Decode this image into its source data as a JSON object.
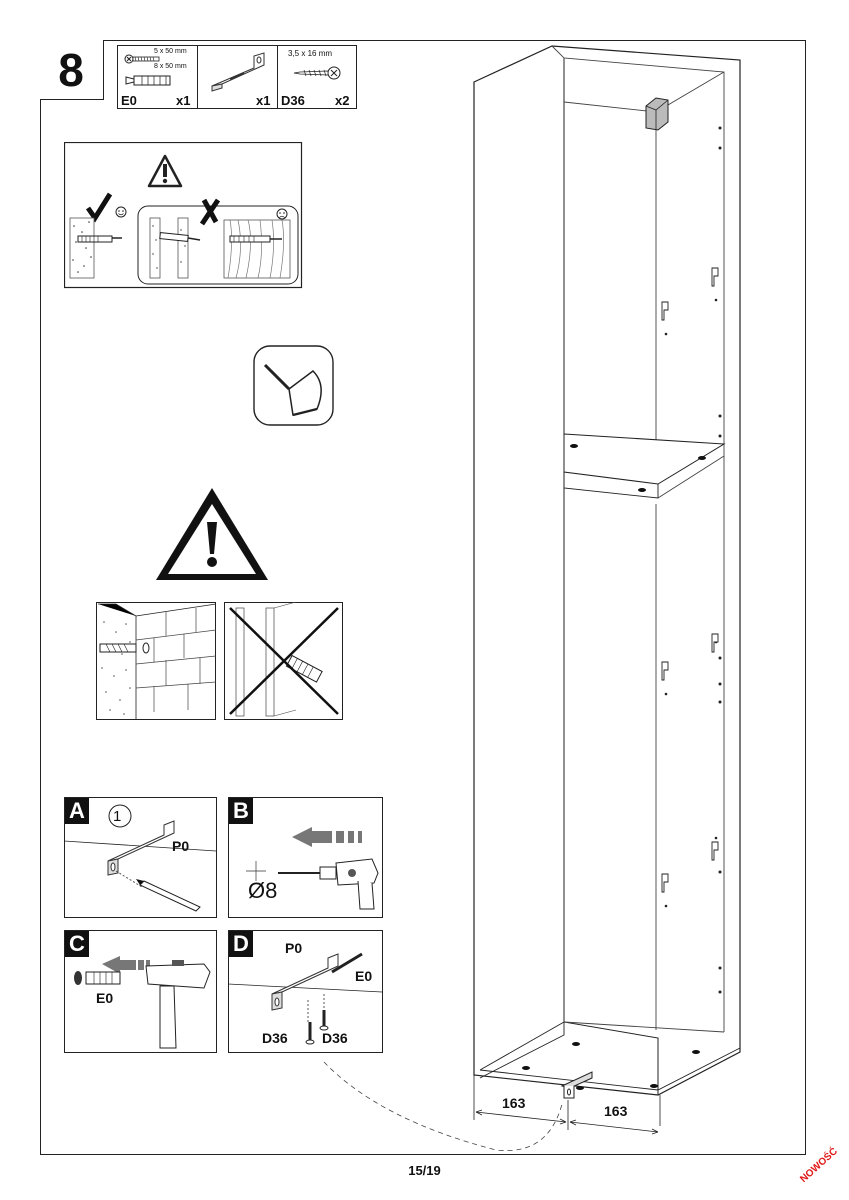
{
  "step": {
    "number": "8"
  },
  "parts": [
    {
      "code": "E0",
      "qty": "x1",
      "spec_screw": "5 x 50 mm",
      "spec_plug": "8 x 50 mm"
    },
    {
      "code": "",
      "qty": "x1"
    },
    {
      "code": "D36",
      "qty": "x2",
      "spec": "3,5 x 16 mm"
    }
  ],
  "panels": {
    "a": {
      "letter": "A",
      "circle": "1",
      "part_label": "P0"
    },
    "b": {
      "letter": "B",
      "diameter": "Ø8"
    },
    "c": {
      "letter": "C",
      "part_label": "E0"
    },
    "d": {
      "letter": "D",
      "part_label_top": "P0",
      "part_label_right": "E0",
      "screw_left": "D36",
      "screw_right": "D36"
    }
  },
  "dimensions": {
    "left": "163",
    "right": "163"
  },
  "footer": {
    "page": "15/19",
    "badge": "NOWOŚĆ"
  },
  "icons": [
    "warning-triangle-icon",
    "check-mark-icon",
    "cross-mark-icon",
    "smiley-icon",
    "sad-face-icon",
    "dustpan-icon",
    "drill-icon",
    "hammer-icon",
    "pencil-icon"
  ]
}
